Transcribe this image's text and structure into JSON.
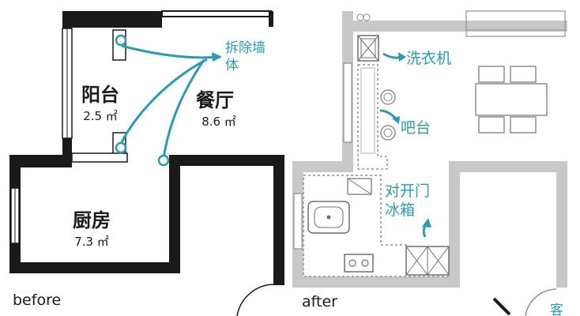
{
  "before": {
    "caption": "before",
    "rooms": {
      "balcony": {
        "name": "阳台",
        "area": "2.5 ㎡"
      },
      "dining": {
        "name": "餐厅",
        "area": "8.6 ㎡"
      },
      "kitchen": {
        "name": "厨房",
        "area": "7.3 ㎡"
      }
    },
    "annotation": {
      "line1": "拆除墙",
      "line2": "体"
    }
  },
  "after": {
    "caption": "after",
    "labels": {
      "washer": "洗衣机",
      "bar": "吧台",
      "fridge_line1": "对开门",
      "fridge_line2": "冰箱",
      "partial": "客"
    }
  },
  "colors": {
    "wall": "#1a1a1a",
    "accent": "#2a9bb5",
    "after_wall": "#c8c8c8",
    "after_line": "#8f8f8f",
    "text": "#1a1a1a"
  }
}
